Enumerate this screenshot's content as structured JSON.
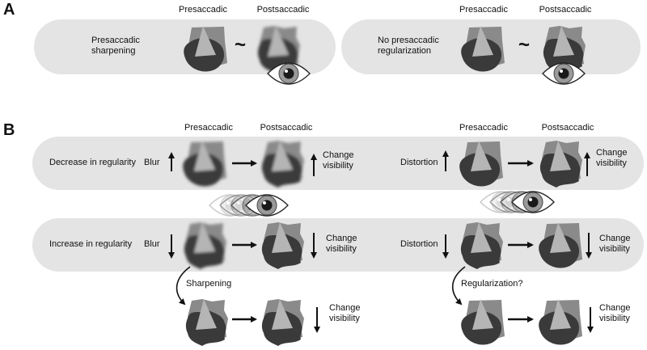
{
  "panelA": {
    "letter": "A",
    "left": {
      "label_line1": "Presaccadic",
      "label_line2": "sharpening",
      "header_pre": "Presaccadic",
      "header_post": "Postsaccadic",
      "similar": "~"
    },
    "right": {
      "label_line1": "No presaccadic",
      "label_line2": "regularization",
      "header_pre": "Presaccadic",
      "header_post": "Postsaccadic",
      "similar": "~"
    }
  },
  "panelB": {
    "letter": "B",
    "left": {
      "header_pre": "Presaccadic",
      "header_post": "Postsaccadic",
      "row1_label": "Decrease in regularity",
      "row1_factor": "Blur",
      "row1_change_line1": "Change",
      "row1_change_line2": "visibility",
      "row2_label": "Increase in regularity",
      "row2_factor": "Blur",
      "row2_change_line1": "Change",
      "row2_change_line2": "visibility",
      "row3_process": "Sharpening",
      "row3_change_line1": "Change",
      "row3_change_line2": "visibility"
    },
    "right": {
      "header_pre": "Presaccadic",
      "header_post": "Postsaccadic",
      "row1_factor": "Distortion",
      "row1_change_line1": "Change",
      "row1_change_line2": "visibility",
      "row2_factor": "Distortion",
      "row2_change_line1": "Change",
      "row2_change_line2": "visibility",
      "row3_process": "Regularization?",
      "row3_change_line1": "Change",
      "row3_change_line2": "visibility"
    }
  },
  "colors": {
    "pill": "#e4e4e4",
    "square": "#8a8a8a",
    "blob": "#3a3a3a",
    "triangle": "#b5b5b5"
  },
  "icons": [
    "stimulus-shape-icon",
    "eye-icon",
    "arrow-right-icon",
    "arrow-up-icon",
    "arrow-down-icon",
    "curved-arrow-icon"
  ]
}
